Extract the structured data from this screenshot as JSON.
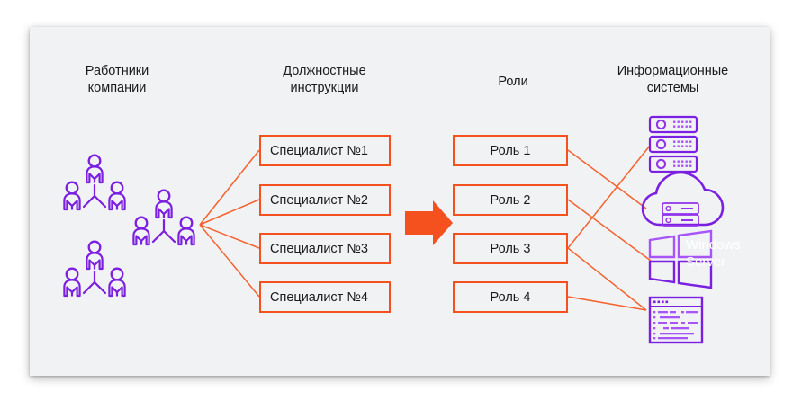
{
  "canvas": {
    "background": "#ffffff",
    "card_background": "#f1f2f4",
    "accent_orange": "#f4511e",
    "accent_purple": "#7b1fe0",
    "accent_purple_light": "#a855f7"
  },
  "columns": {
    "employees_header": "Работники\nкомпании",
    "jobdesc_header": "Должностные\nинструкции",
    "roles_header": "Роли",
    "systems_header": "Информационные\nсистемы"
  },
  "job_descriptions": [
    {
      "label": "Специалист №1"
    },
    {
      "label": "Специалист №2"
    },
    {
      "label": "Специалист №3"
    },
    {
      "label": "Специалист №4"
    }
  ],
  "roles": [
    {
      "label": "Роль 1"
    },
    {
      "label": "Роль 2"
    },
    {
      "label": "Роль 3"
    },
    {
      "label": "Роль 4"
    }
  ],
  "information_systems": [
    {
      "name": "server-rack-icon",
      "label": ""
    },
    {
      "name": "cloud-server-icon",
      "label": ""
    },
    {
      "name": "windows-server-icon",
      "label": "Windows\nServer"
    },
    {
      "name": "code-terminal-icon",
      "label": ""
    }
  ],
  "employee_groups": [
    {
      "name": "employee-group-1"
    },
    {
      "name": "employee-group-2"
    },
    {
      "name": "employee-group-3"
    }
  ],
  "flow_arrow": {
    "name": "orange-right-arrow",
    "direction": "right"
  }
}
